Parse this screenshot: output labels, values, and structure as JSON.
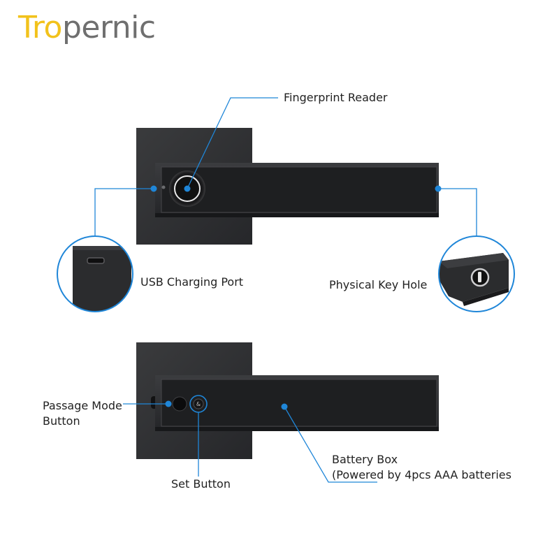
{
  "brand": {
    "part1": "Tro",
    "part2": "pernic"
  },
  "colors": {
    "callout": "#1f86d8",
    "lock_body": "#2f3032",
    "lock_panel": "#1e1f21",
    "brand_yellow": "#f2c21b",
    "brand_gray": "#6f6f6f"
  },
  "labels": {
    "fingerprint_reader": "Fingerprint Reader",
    "usb_charging_port": "USB Charging Port",
    "physical_key_hole": "Physical Key Hole",
    "passage_mode_button_line1": "Passage Mode",
    "passage_mode_button_line2": "Button",
    "set_button": "Set Button",
    "battery_box_line1": "Battery Box",
    "battery_box_line2": "(Powered by 4pcs AAA batteries"
  },
  "icons": {
    "set_button_glyph": "&"
  }
}
